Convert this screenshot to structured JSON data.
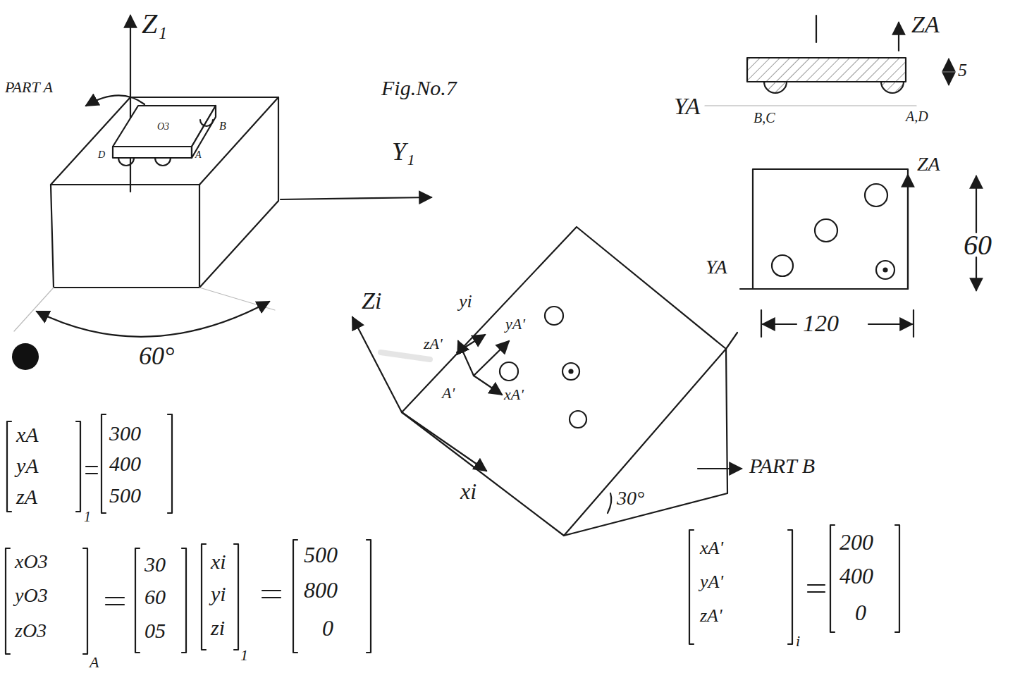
{
  "diagram": {
    "labels": [
      "Z₁",
      "PART A",
      "Fig.No.7",
      "O3",
      "B",
      "D",
      "A",
      "Y₁",
      "60°",
      "xA",
      "yA",
      "zA",
      "1",
      "300",
      "400",
      "500",
      "xO3",
      "yO3",
      "zO3",
      "A",
      "30",
      "60",
      "05",
      "xi",
      "yi",
      "zi",
      "1",
      "500",
      "800",
      "0",
      "Zi",
      "yi",
      "yA'",
      "zA'",
      "A'",
      "xA'",
      "xi",
      "PART B",
      "30°",
      "ZA",
      "5",
      "YA",
      "B,C",
      "A,D",
      "ZA",
      "60",
      "YA",
      "120",
      "xA'",
      "yA'",
      "zA'",
      "i",
      "200",
      "400",
      "0"
    ]
  }
}
